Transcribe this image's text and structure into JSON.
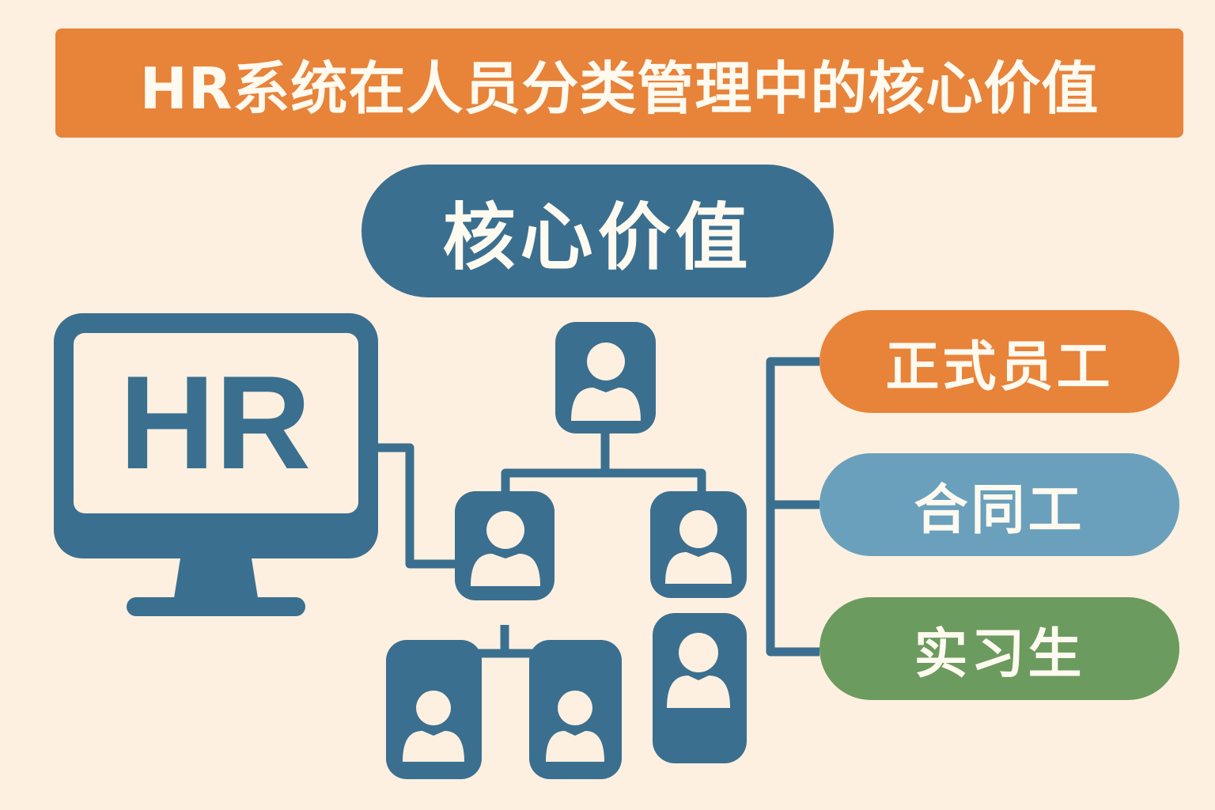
{
  "title": "HR系统在人员分类管理中的核心价值",
  "core_label": "核心价值",
  "monitor": {
    "label": "HR"
  },
  "categories": [
    {
      "label": "正式员工",
      "color": "#e8833a"
    },
    {
      "label": "合同工",
      "color": "#6aa0bb"
    },
    {
      "label": "实习生",
      "color": "#6b9b5e"
    }
  ],
  "colors": {
    "background": "#fdf0e0",
    "primary_blue": "#3b6f8f",
    "banner_orange": "#e8833a"
  }
}
